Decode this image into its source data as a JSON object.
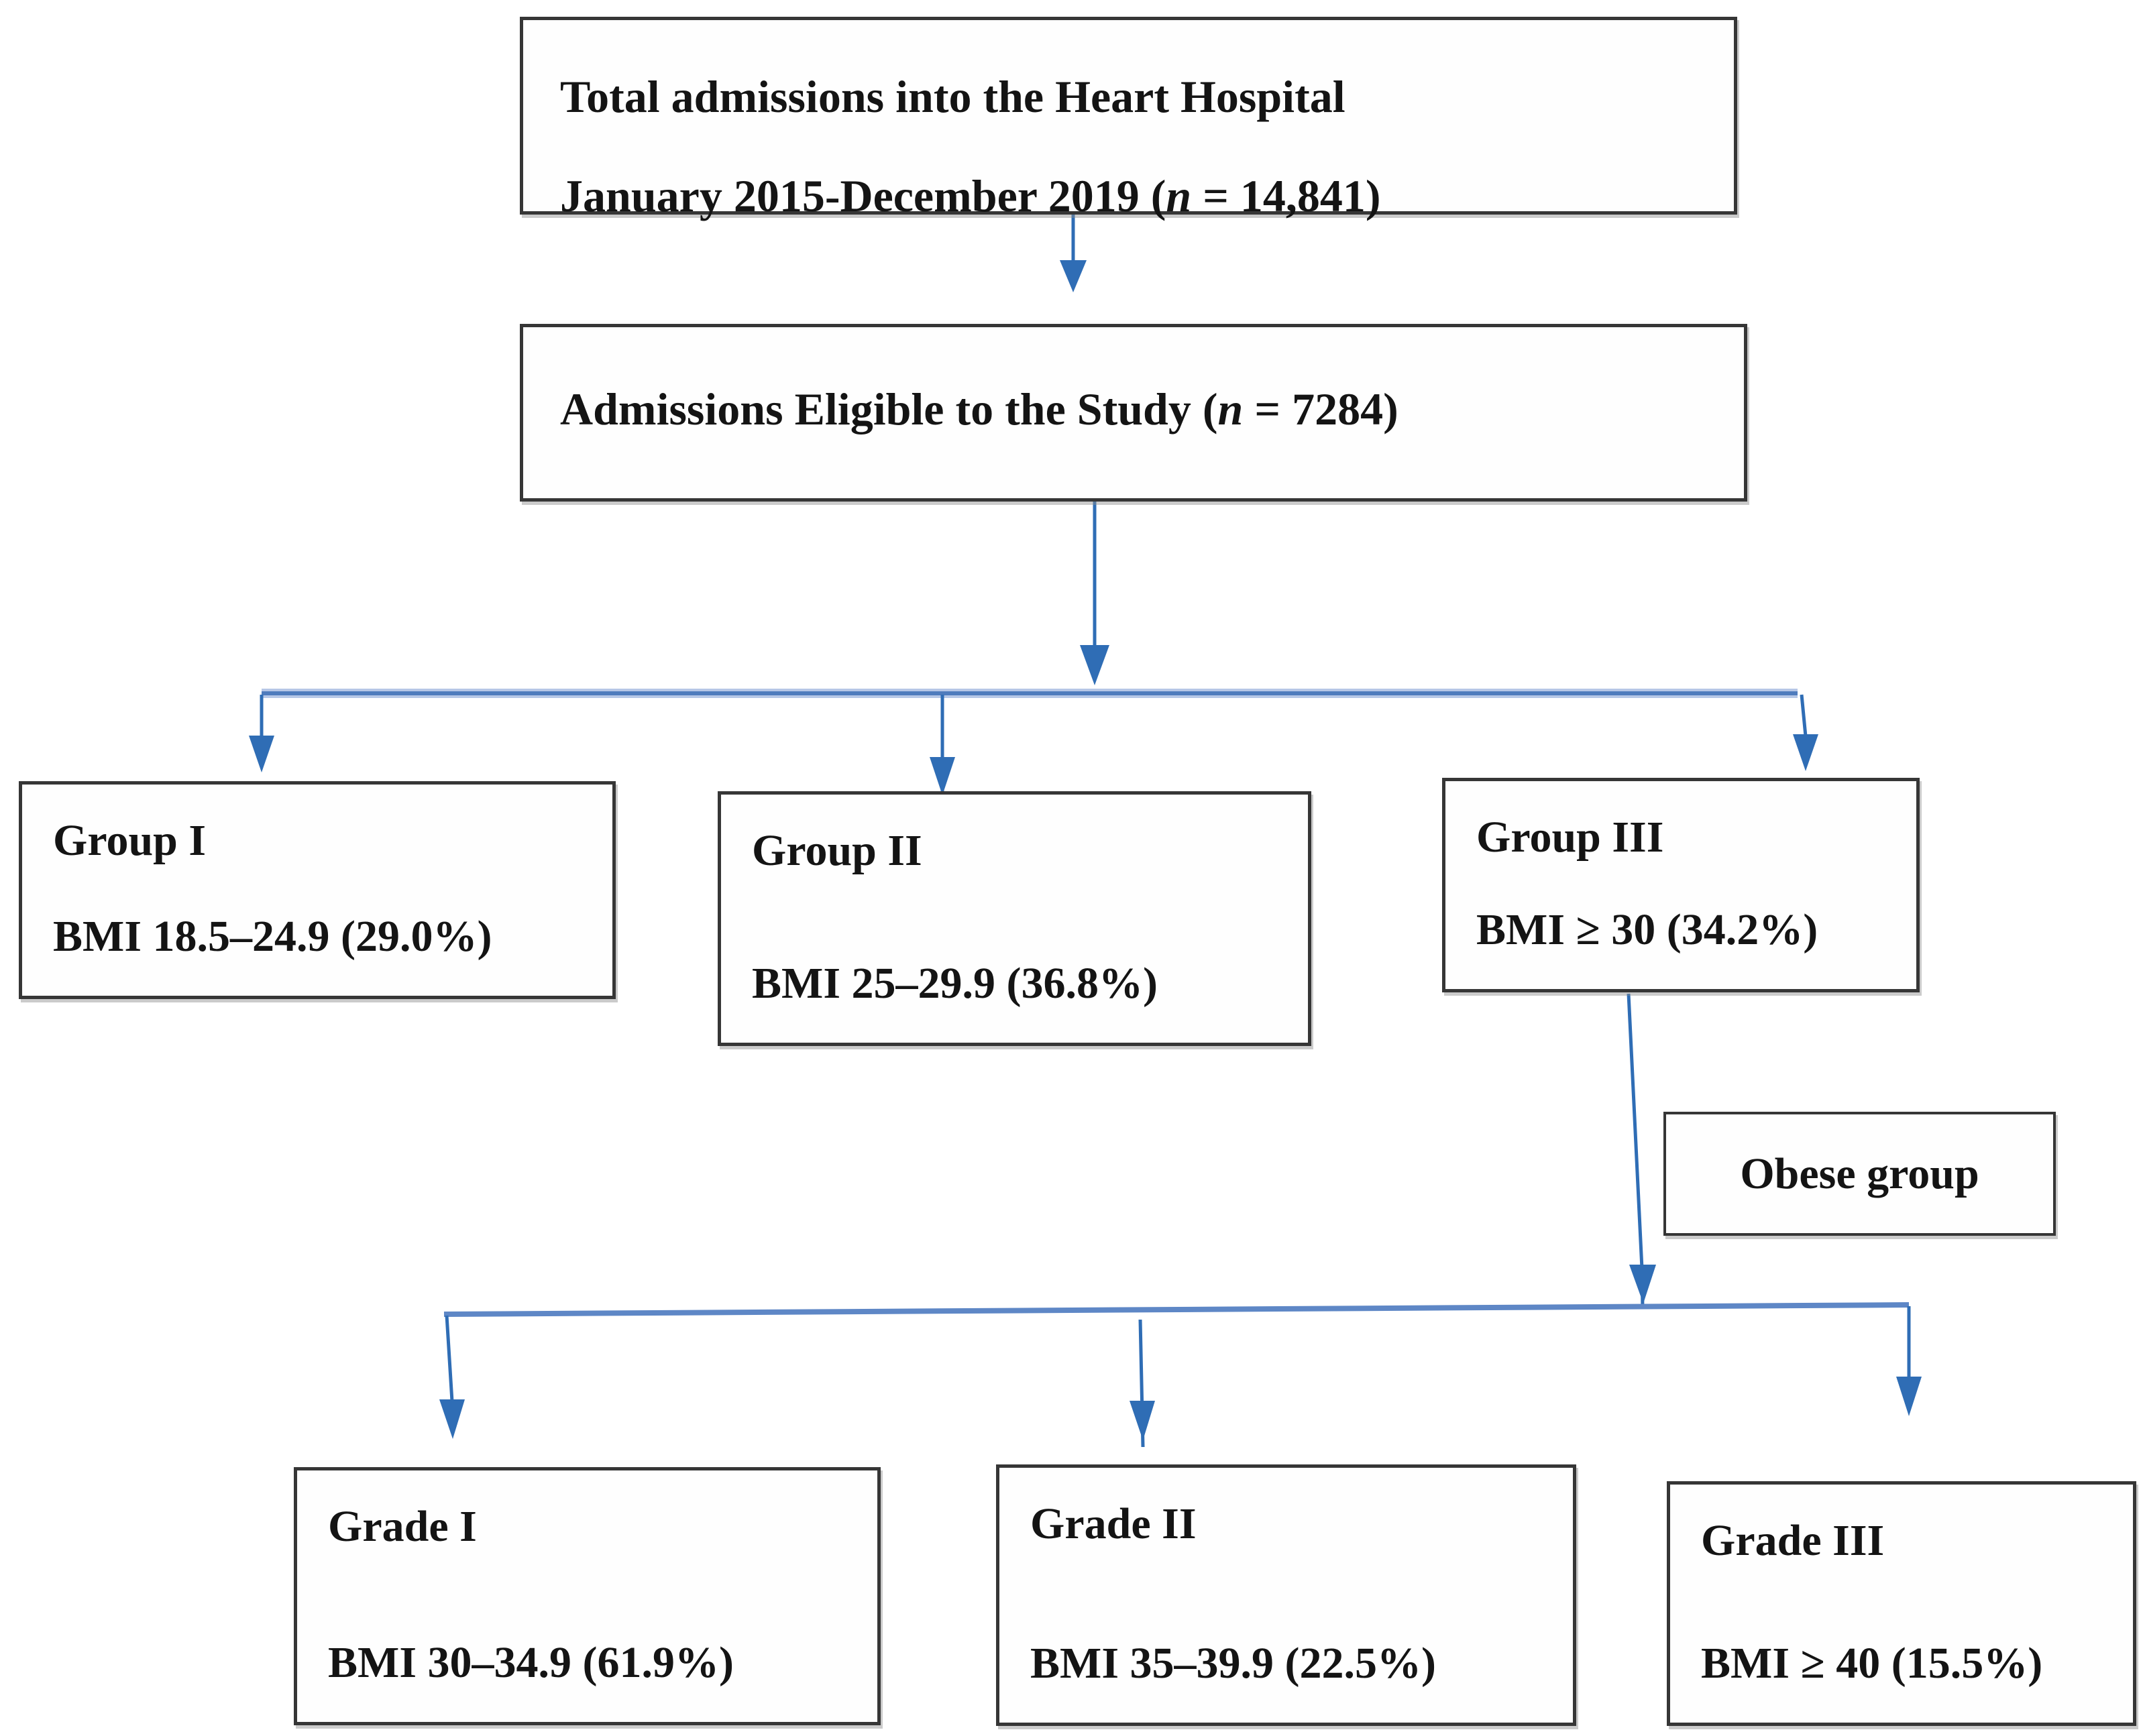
{
  "colors": {
    "arrow_blue": "#2f6db5",
    "bus_light": "#b6c7e6",
    "bus_core": "#4f7cbd",
    "bus2_blue": "#5e87c6",
    "box_border": "#363636",
    "text": "#141414",
    "background": "#ffffff"
  },
  "flowchart": {
    "total": {
      "line1": "Total admissions into the Heart Hospital",
      "line2_prefix": "January 2015-December 2019 (",
      "n_symbol": "n",
      "line2_suffix": " = 14,841)"
    },
    "eligible": {
      "prefix": "Admissions Eligible to the Study (",
      "n_symbol": "n",
      "suffix": " = 7284)"
    },
    "groups": [
      {
        "title": "Group I",
        "detail": "BMI 18.5–24.9 (29.0%)"
      },
      {
        "title": "Group II",
        "detail": "BMI 25–29.9 (36.8%)"
      },
      {
        "title": "Group III",
        "detail": "BMI ≥ 30 (34.2%)"
      }
    ],
    "obese_label": "Obese group",
    "grades": [
      {
        "title": "Grade I",
        "detail": "BMI 30–34.9 (61.9%)"
      },
      {
        "title": "Grade II",
        "detail": "BMI 35–39.9 (22.5%)"
      },
      {
        "title": "Grade III",
        "detail": "BMI ≥ 40 (15.5%)"
      }
    ],
    "edges": [
      {
        "from": "total-admissions",
        "to": "admissions-eligible"
      },
      {
        "from": "admissions-eligible",
        "to": "group-1"
      },
      {
        "from": "admissions-eligible",
        "to": "group-2"
      },
      {
        "from": "admissions-eligible",
        "to": "group-3"
      },
      {
        "from": "group-3",
        "to": "obese-group-split"
      },
      {
        "from": "obese-group-split",
        "to": "grade-1"
      },
      {
        "from": "obese-group-split",
        "to": "grade-2"
      },
      {
        "from": "obese-group-split",
        "to": "grade-3"
      }
    ]
  }
}
